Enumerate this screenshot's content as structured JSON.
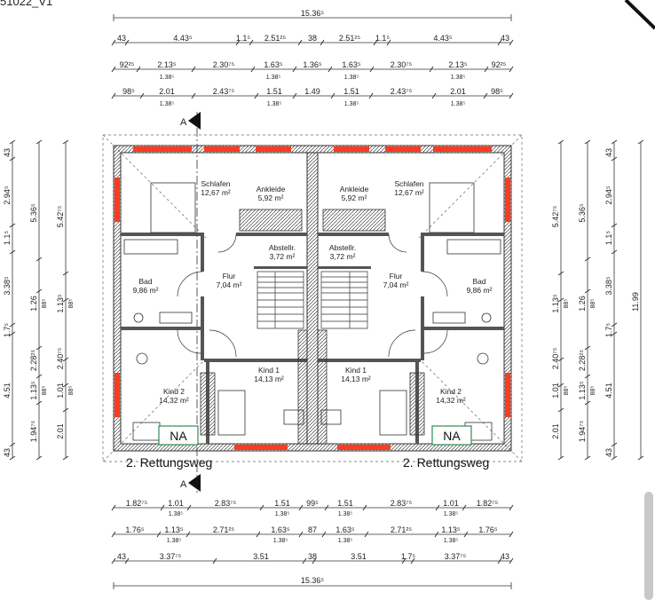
{
  "header": {
    "drawing_id": "51022_V1"
  },
  "dims_top": {
    "overall": "15.36⁵",
    "row1": [
      "43",
      "4.43⁵",
      "1.1⁵",
      "2.51²⁵",
      "38",
      "2.51²⁵",
      "1.1⁵",
      "4.43⁵",
      "43"
    ],
    "row2": [
      "92²⁵",
      "2.13⁵",
      "2.30⁷⁵",
      "1.63⁵",
      "1.36⁵",
      "1.63⁵",
      "2.30⁷⁵",
      "2.13⁵",
      "92²⁵"
    ],
    "row2_sub": [
      "1.38⁵",
      "1.38⁵",
      "1.38⁵",
      "1.38⁵"
    ],
    "row3": [
      "98⁵",
      "2.01",
      "2.43⁷⁵",
      "1.51",
      "1.49",
      "1.51",
      "2.43⁷⁵",
      "2.01",
      "98⁵"
    ],
    "row3_sub": [
      "1.38⁵",
      "1.38⁵",
      "1.38⁵",
      "1.38⁵"
    ]
  },
  "dims_bottom": {
    "row1": [
      "1.82⁷⁵",
      "1.01",
      "2.83⁷⁵",
      "1.51",
      "99⁵",
      "1.51",
      "2.83⁷⁵",
      "1.01",
      "1.82⁷⁵"
    ],
    "row1_sub": [
      "1.38⁵",
      "1.38⁵",
      "1.38⁵",
      "1.38⁵"
    ],
    "row2": [
      "1.76⁵",
      "1.13⁵",
      "2.71²⁵",
      "1.63⁵",
      "87",
      "1.63⁵",
      "2.71²⁵",
      "1.13⁵",
      "1.76⁵"
    ],
    "row2_sub": [
      "1.38⁵",
      "1.38⁵",
      "1.38⁵",
      "1.38⁵"
    ],
    "row3": [
      "43",
      "3.37⁷⁵",
      "3.51",
      "38",
      "3.51",
      "1.7⁵",
      "3.37⁷⁵",
      "43"
    ],
    "overall": "15.36⁵"
  },
  "dims_left": {
    "col1": [
      "43",
      "2.94⁵",
      "1.1⁵",
      "3.38⁵",
      "1.7⁵",
      "4.51",
      "43"
    ],
    "col2": [
      "5.36⁵",
      "1.26",
      "2.28²⁵",
      "1.13⁵",
      "1.94⁷⁵"
    ],
    "col2_sub": [
      "88⁵",
      "88⁵"
    ],
    "col3": [
      "5.42⁷⁵",
      "1.13⁵",
      "2.40⁷⁵",
      "1.01",
      "2.01"
    ],
    "col3_sub": [
      "88⁵",
      "88⁵"
    ]
  },
  "dims_right": {
    "col1": [
      "5.42⁷⁵",
      "1.13⁵",
      "2.40⁷⁵",
      "1.01",
      "2.01"
    ],
    "col1_sub": [
      "88⁵",
      "88⁵"
    ],
    "col2": [
      "5.36⁵",
      "1.26",
      "2.28²⁵",
      "1.13⁵",
      "1.94⁷⁵"
    ],
    "col2_sub": [
      "88⁵",
      "88⁵"
    ],
    "col3": [
      "43",
      "2.94⁵",
      "1.1⁵",
      "3.38⁵",
      "1.7⁵",
      "4.51",
      "43"
    ],
    "overall": "11.99"
  },
  "section_marker": "A",
  "rooms": {
    "schlafen": {
      "name": "Schlafen",
      "area": "12,67 m²"
    },
    "ankleide": {
      "name": "Ankleide",
      "area": "5,92  m²"
    },
    "abstellr": {
      "name": "Abstellr.",
      "area": "3,72 m²"
    },
    "bad": {
      "name": "Bad",
      "area": "9,86  m²"
    },
    "flur": {
      "name": "Flur",
      "area": "7,04  m²"
    },
    "kind1": {
      "name": "Kind  1",
      "area": "14,13  m²"
    },
    "kind2": {
      "name": "Kind  2",
      "area": "14,32  m²"
    }
  },
  "labels": {
    "escape_route": "2. Rettungsweg",
    "na": "NA"
  },
  "colors": {
    "window": "#ff3b1f",
    "wall": "#333333",
    "na_box": "#2e8b57"
  }
}
